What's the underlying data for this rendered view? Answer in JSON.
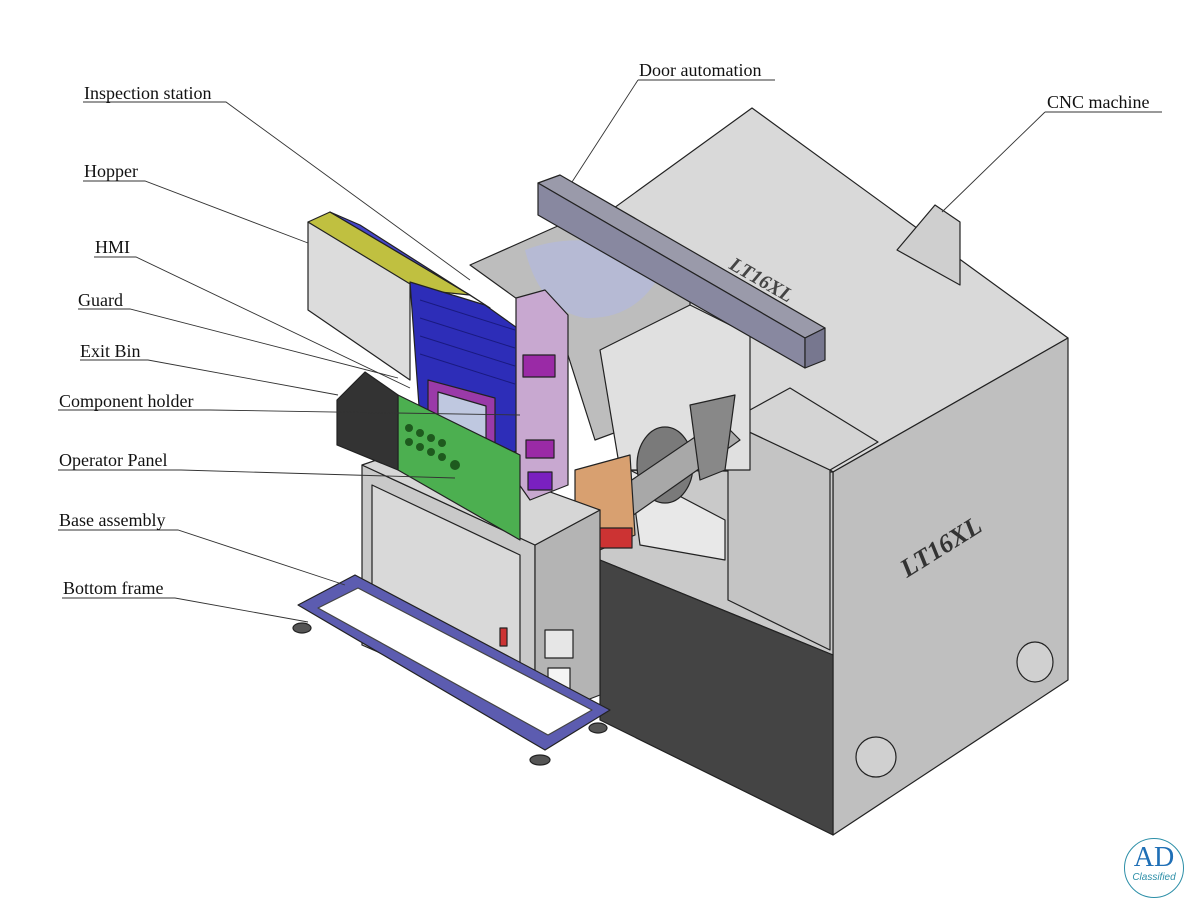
{
  "labels": {
    "door_automation": "Door automation",
    "cnc_machine": "CNC machine",
    "inspection_station": "Inspection station",
    "hopper": "Hopper",
    "hmi": "HMI",
    "guard": "Guard",
    "exit_bin": "Exit Bin",
    "component_holder": "Component holder",
    "operator_panel": "Operator Panel",
    "base_assembly": "Base assembly",
    "bottom_frame": "Bottom frame"
  },
  "machine": {
    "brand_front": "LT16XL",
    "brand_top": "LT16XL"
  },
  "logo": {
    "initials": "AD",
    "caption": "Classified"
  },
  "colors": {
    "machine_gray": "#d6d6d6",
    "machine_dark": "#4a4a4a",
    "frame_blue": "#6a6ab8",
    "hopper_blue": "#2a2ab0",
    "panel_green": "#4caf50",
    "accent_purple": "#9a2aa6",
    "logo_blue": "#1f6fb6"
  }
}
